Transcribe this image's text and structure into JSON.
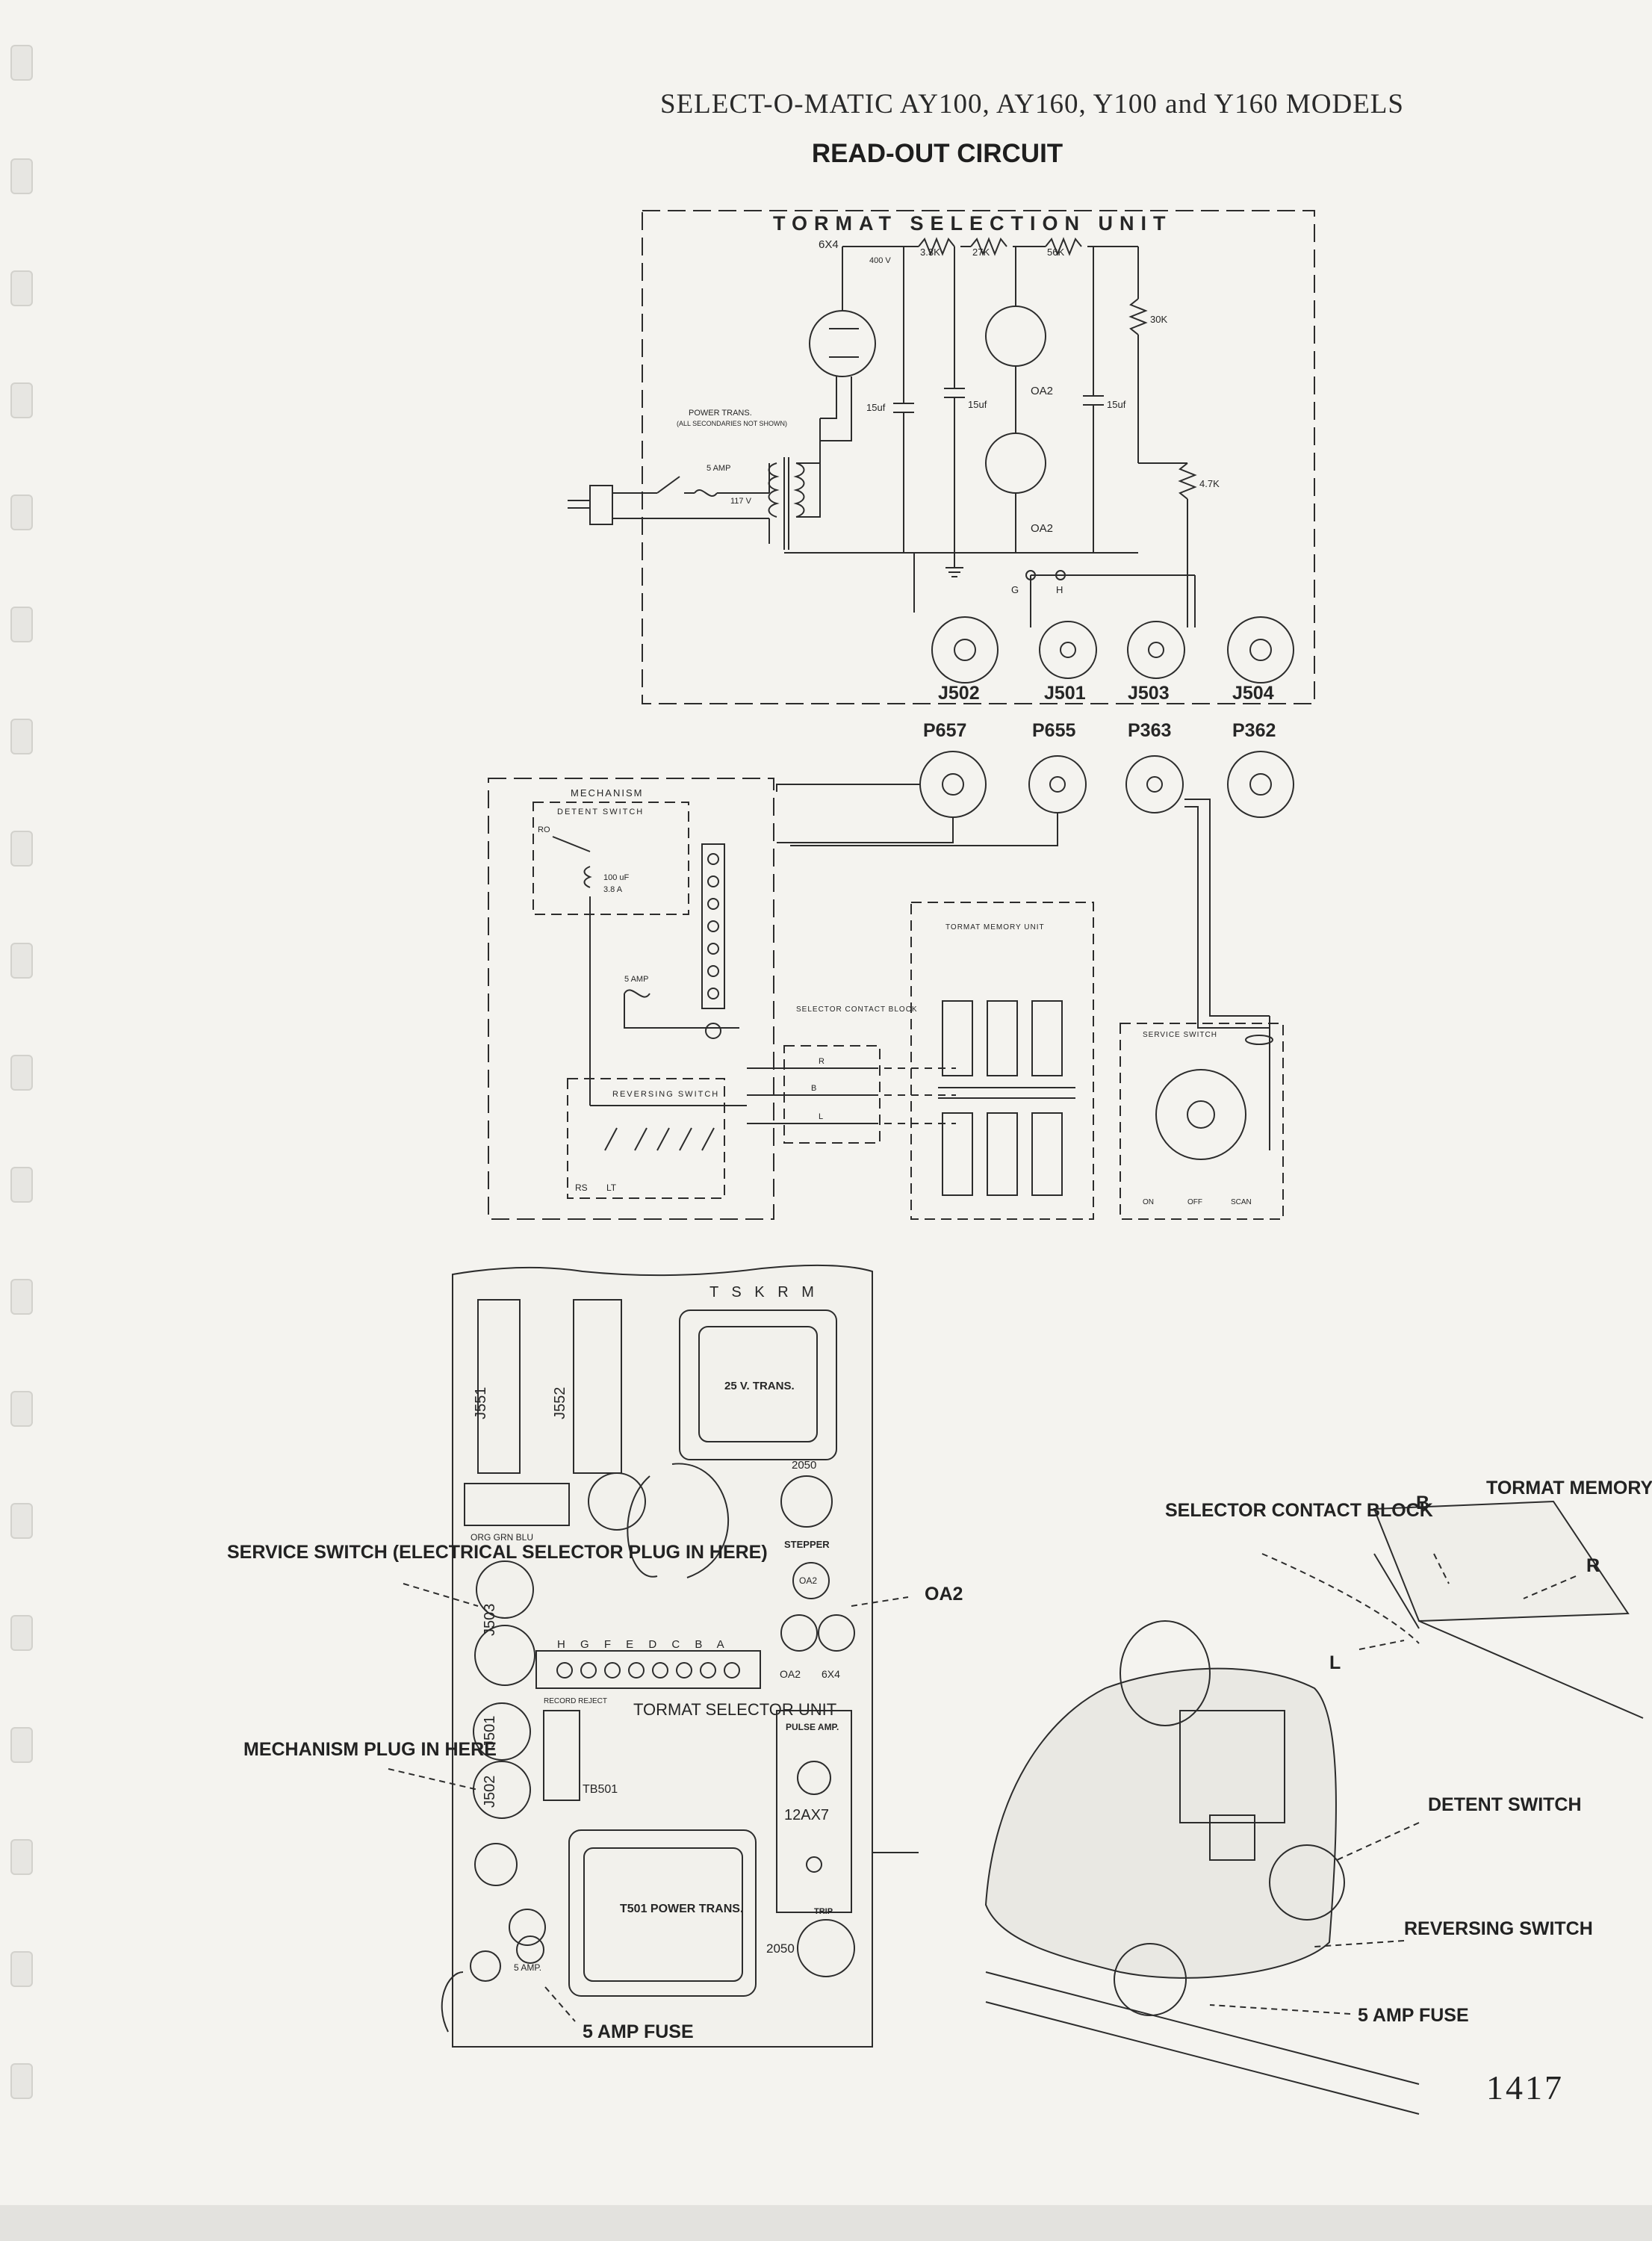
{
  "header": {
    "models_title": "SELECT-O-MATIC AY100, AY160, Y100 and Y160 MODELS",
    "circuit_title": "READ-OUT CIRCUIT"
  },
  "schematic": {
    "unit_title": "TORMAT SELECTION UNIT",
    "tube_6x4": "6X4",
    "v400": "400 V",
    "r1": "3.3K",
    "r2": "27K",
    "r3": "56K",
    "r4": "30K",
    "r5": "4.7K",
    "cap1": "15uf",
    "cap2": "15uf",
    "cap3": "15uf",
    "oa2_top": "OA2",
    "oa2_bottom": "OA2",
    "power_trans": "POWER TRANS.",
    "secondaries_note": "(ALL SECONDARIES NOT SHOWN)",
    "fuse": "5 AMP",
    "line_voltage": "117 V",
    "term_g": "G",
    "term_h": "H",
    "sockets": [
      "J502",
      "J501",
      "J503",
      "J504"
    ],
    "plugs": [
      "P657",
      "P655",
      "P363",
      "P362"
    ],
    "mech_title": "MECHANISM",
    "detent_switch": "DETENT SWITCH",
    "ro": "RO",
    "cap_100uf": "100 uF",
    "amp_38": "3.8 A",
    "fuse_mech": "5 AMP",
    "reversing_switch": "REVERSING SWITCH",
    "rs": "RS",
    "lt": "LT",
    "selector_block": "SELECTOR CONTACT BLOCK",
    "sel_r": "R",
    "sel_b": "B",
    "sel_l": "L",
    "memory_unit": "TORMAT MEMORY UNIT",
    "service_switch": "SERVICE SWITCH",
    "sw_on": "ON",
    "sw_off": "OFF",
    "sw_scan": "SCAN"
  },
  "chassis": {
    "top_letters": "T  S  K  R  M",
    "j551": "J551",
    "j552": "J552",
    "trans25": "25 V. TRANS.",
    "s2050": "2050",
    "stepper": "STEPPER",
    "org_grn_blu": "ORG GRN BLU",
    "oa2": "OA2",
    "terminal_letters": "H  G  F  E  D  C  B  A",
    "oa2_label": "OA2",
    "tube_6x4": "6X4",
    "j503": "J503",
    "j501": "J501",
    "j502": "J502",
    "record_reject": "RECORD REJECT",
    "unit_name": "TORMAT SELECTOR UNIT",
    "tb501": "TB501",
    "pulse_amp": "PULSE AMP.",
    "tube_12ax7": "12AX7",
    "t501": "T501 POWER TRANS.",
    "trip": "TRIP",
    "trip_2050": "2050",
    "fuse_label": "5 AMP."
  },
  "callouts": {
    "service_switch": "SERVICE SWITCH (ELECTRICAL SELECTOR PLUG IN HERE)",
    "mechanism_plug": "MECHANISM PLUG IN HERE",
    "oa2": "OA2",
    "fuse": "5 AMP FUSE",
    "selector_block": "SELECTOR CONTACT BLOCK",
    "b": "B",
    "memory_unit": "TORMAT MEMORY UNIT",
    "r": "R",
    "l": "L",
    "detent_switch": "DETENT SWITCH",
    "reversing_switch": "REVERSING SWITCH",
    "fuse_right": "5 AMP FUSE"
  },
  "page_number": "1417"
}
